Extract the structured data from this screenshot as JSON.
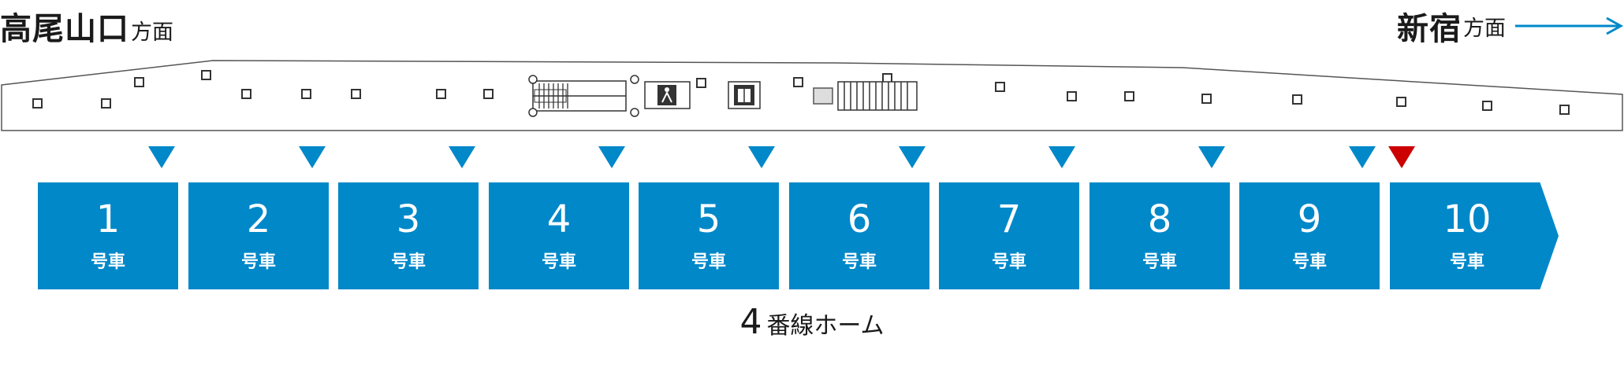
{
  "direction_left": {
    "main": "高尾山口",
    "suffix": "方面"
  },
  "direction_right": {
    "main": "新宿",
    "suffix": "方面"
  },
  "colors": {
    "car_fill": "#0088c9",
    "marker": "#0088c9",
    "highlight_marker": "#cc0000",
    "outline": "#555555"
  },
  "cars": [
    {
      "number": "1",
      "label": "号車"
    },
    {
      "number": "2",
      "label": "号車"
    },
    {
      "number": "3",
      "label": "号車"
    },
    {
      "number": "4",
      "label": "号車"
    },
    {
      "number": "5",
      "label": "号車"
    },
    {
      "number": "6",
      "label": "号車"
    },
    {
      "number": "7",
      "label": "号車"
    },
    {
      "number": "8",
      "label": "号車"
    },
    {
      "number": "9",
      "label": "号車"
    },
    {
      "number": "10",
      "label": "号車"
    }
  ],
  "highlighted_marker_index": 9,
  "platform": {
    "number": "4",
    "label": "番線ホーム"
  }
}
